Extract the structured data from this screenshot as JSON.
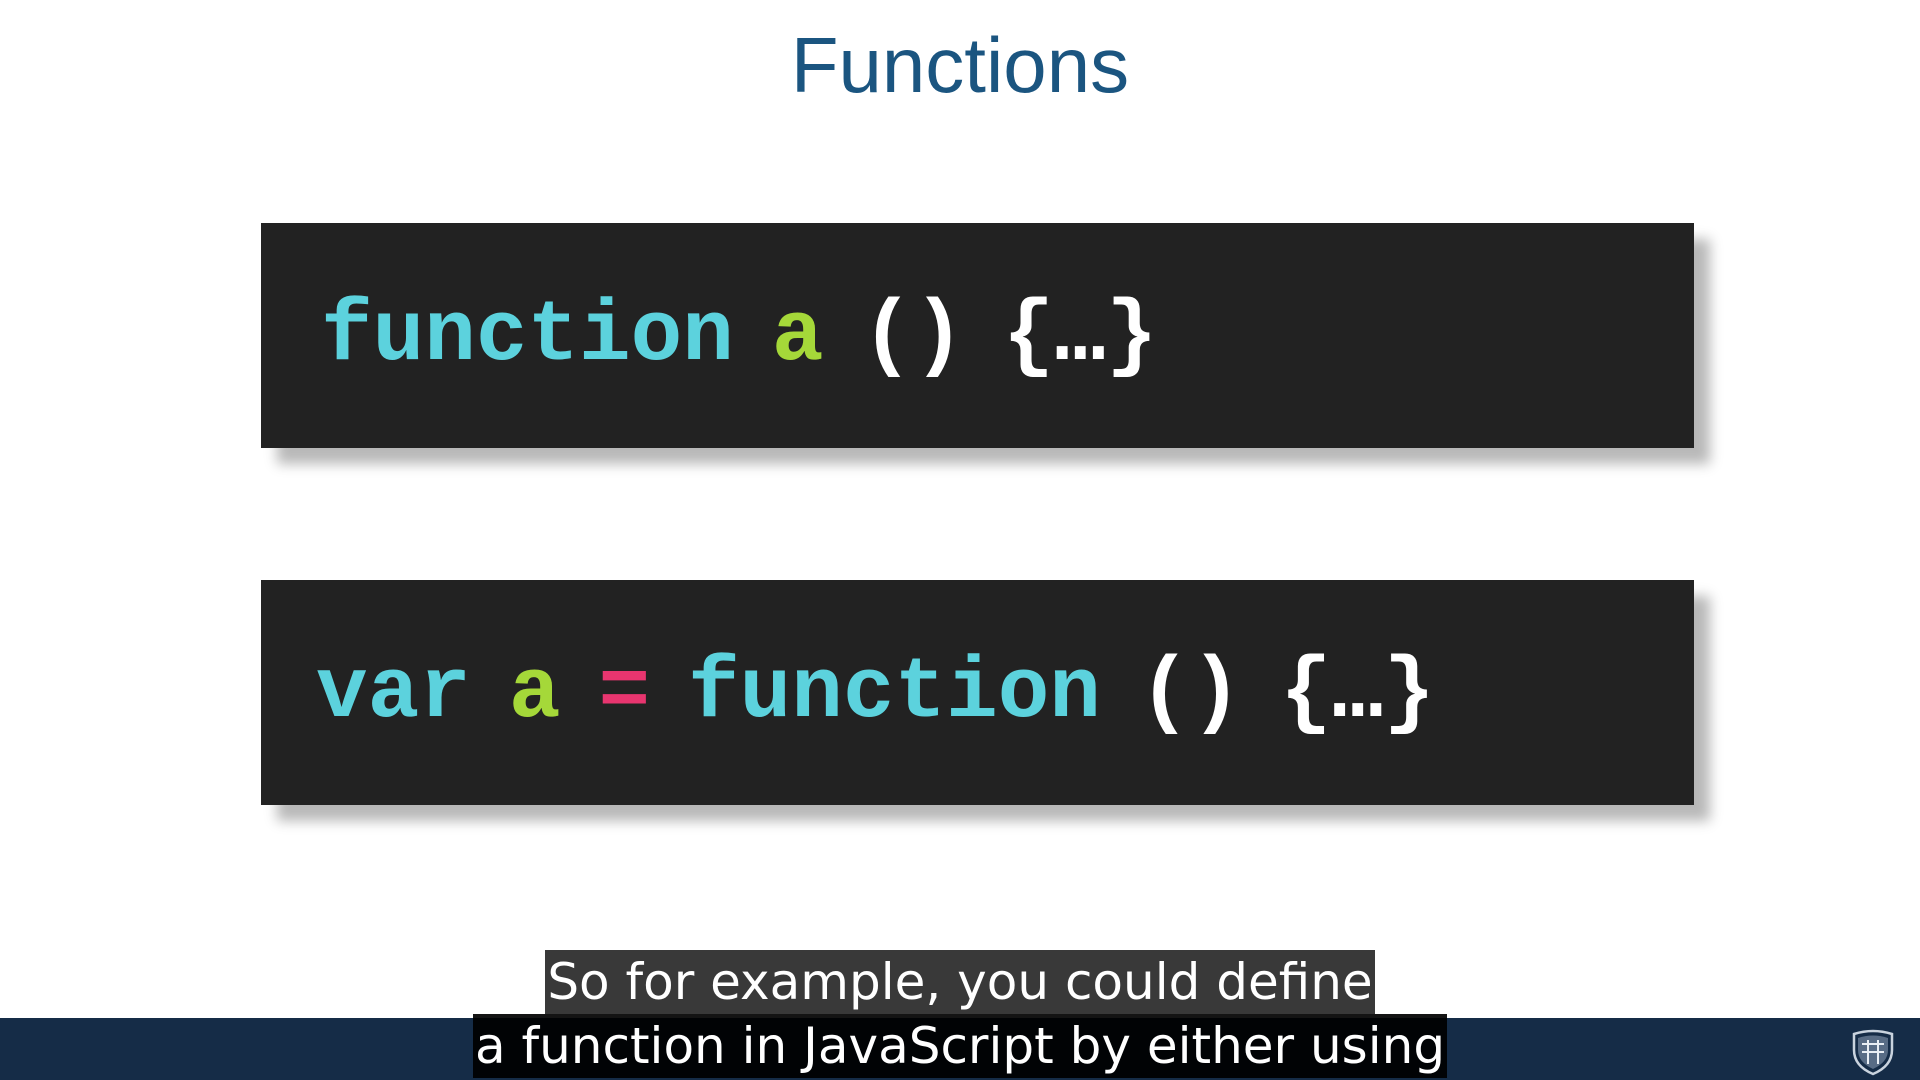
{
  "slide": {
    "title": "Functions",
    "code_blocks": [
      {
        "tokens": [
          {
            "text": "function",
            "kind": "keyword"
          },
          {
            "text": "a",
            "kind": "identifier"
          },
          {
            "text": "()",
            "kind": "punctuation"
          },
          {
            "text": "{…}",
            "kind": "punctuation"
          }
        ]
      },
      {
        "tokens": [
          {
            "text": "var",
            "kind": "keyword"
          },
          {
            "text": "a",
            "kind": "identifier"
          },
          {
            "text": "=",
            "kind": "operator"
          },
          {
            "text": "function",
            "kind": "keyword"
          },
          {
            "text": "()",
            "kind": "punctuation"
          },
          {
            "text": "{…}",
            "kind": "punctuation"
          }
        ]
      }
    ]
  },
  "captions": {
    "line1": "So for example, you could define",
    "line2": "a function in JavaScript by either using"
  },
  "footer": {
    "logo_icon": "shield-crest-icon"
  },
  "colors": {
    "title": "#1b5580",
    "code_background": "#222222",
    "keyword": "#5cd2dd",
    "identifier": "#a5d839",
    "operator": "#e8356f",
    "punctuation": "#ffffff",
    "footer_bar": "#152c47"
  }
}
